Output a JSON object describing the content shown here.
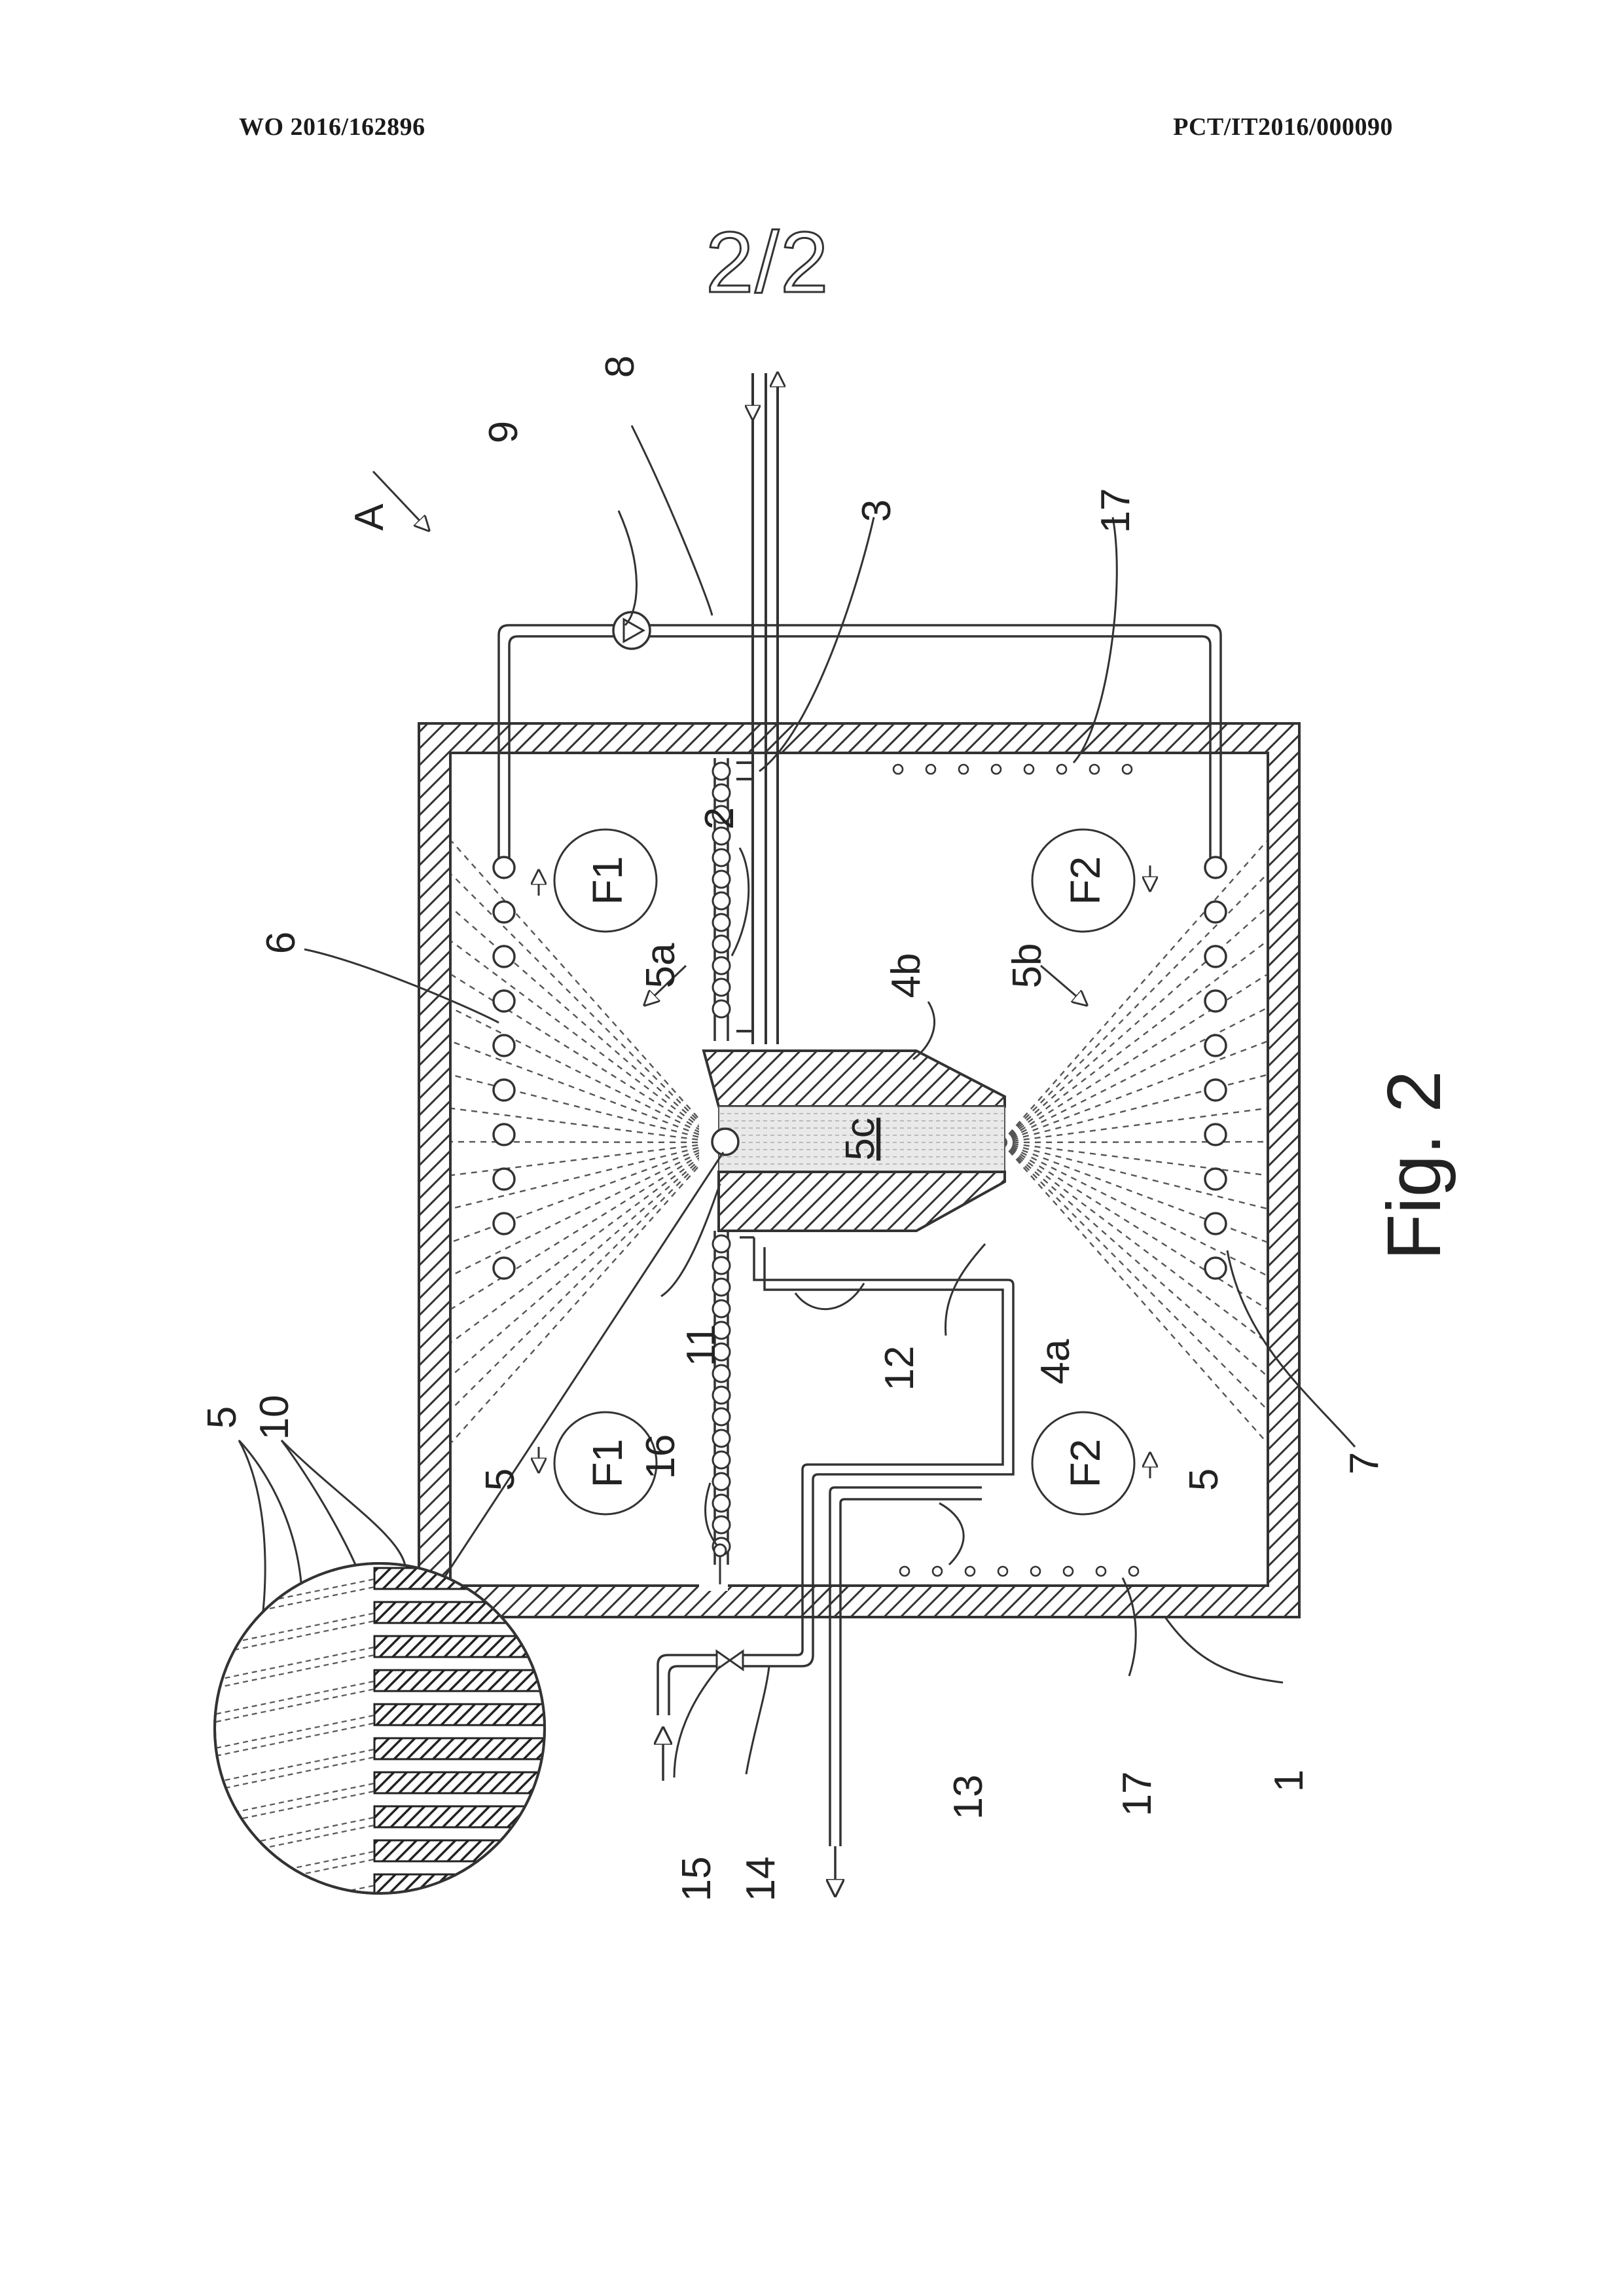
{
  "header": {
    "publication_number": "WO 2016/162896",
    "application_number": "PCT/IT2016/000090",
    "sheet_number": "2/2"
  },
  "figure": {
    "caption": "Fig. 2",
    "view_marker": "A"
  },
  "reference_numerals": {
    "n1": "1",
    "n2": "2",
    "n3": "3",
    "n4a": "4a",
    "n4b": "4b",
    "n5": "5",
    "n5a": "5a",
    "n5b": "5b",
    "n5c": "5c",
    "n6": "6",
    "n7": "7",
    "n8": "8",
    "n9": "9",
    "n10": "10",
    "n11": "11",
    "n12": "12",
    "n13": "13",
    "n14": "14",
    "n15": "15",
    "n16": "16",
    "n17": "17",
    "f1": "F1",
    "f2": "F2"
  }
}
